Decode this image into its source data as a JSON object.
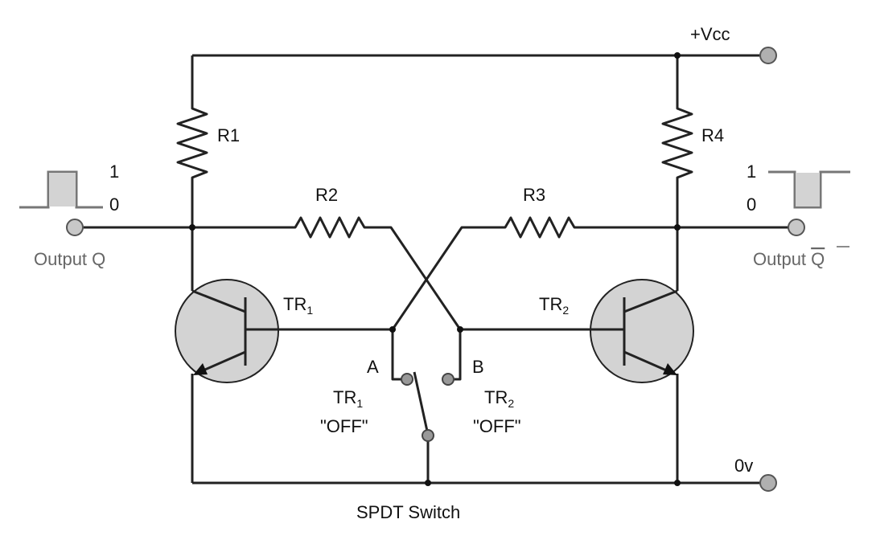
{
  "labels": {
    "vcc": "+Vcc",
    "ground": "0v",
    "r1": "R1",
    "r2": "R2",
    "r3": "R3",
    "r4": "R4",
    "tr1": "TR",
    "tr1_sub": "1",
    "tr2": "TR",
    "tr2_sub": "2",
    "output_q": "Output Q",
    "output_qbar_prefix": "Output ",
    "output_qbar_letter": "Q",
    "switch_a": "A",
    "switch_b": "B",
    "tr1_off_name": "TR",
    "tr1_off_sub": "1",
    "tr1_off_state": "\"OFF\"",
    "tr2_off_name": "TR",
    "tr2_off_sub": "2",
    "tr2_off_state": "\"OFF\"",
    "switch": "SPDT Switch",
    "q_high": "1",
    "q_low": "0",
    "qbar_high": "1",
    "qbar_low": "0"
  },
  "colors": {
    "wire": "#222222",
    "transistor_fill": "#d3d3d3",
    "terminal_fill": "#b0b0b0",
    "output_text": "#666666"
  }
}
